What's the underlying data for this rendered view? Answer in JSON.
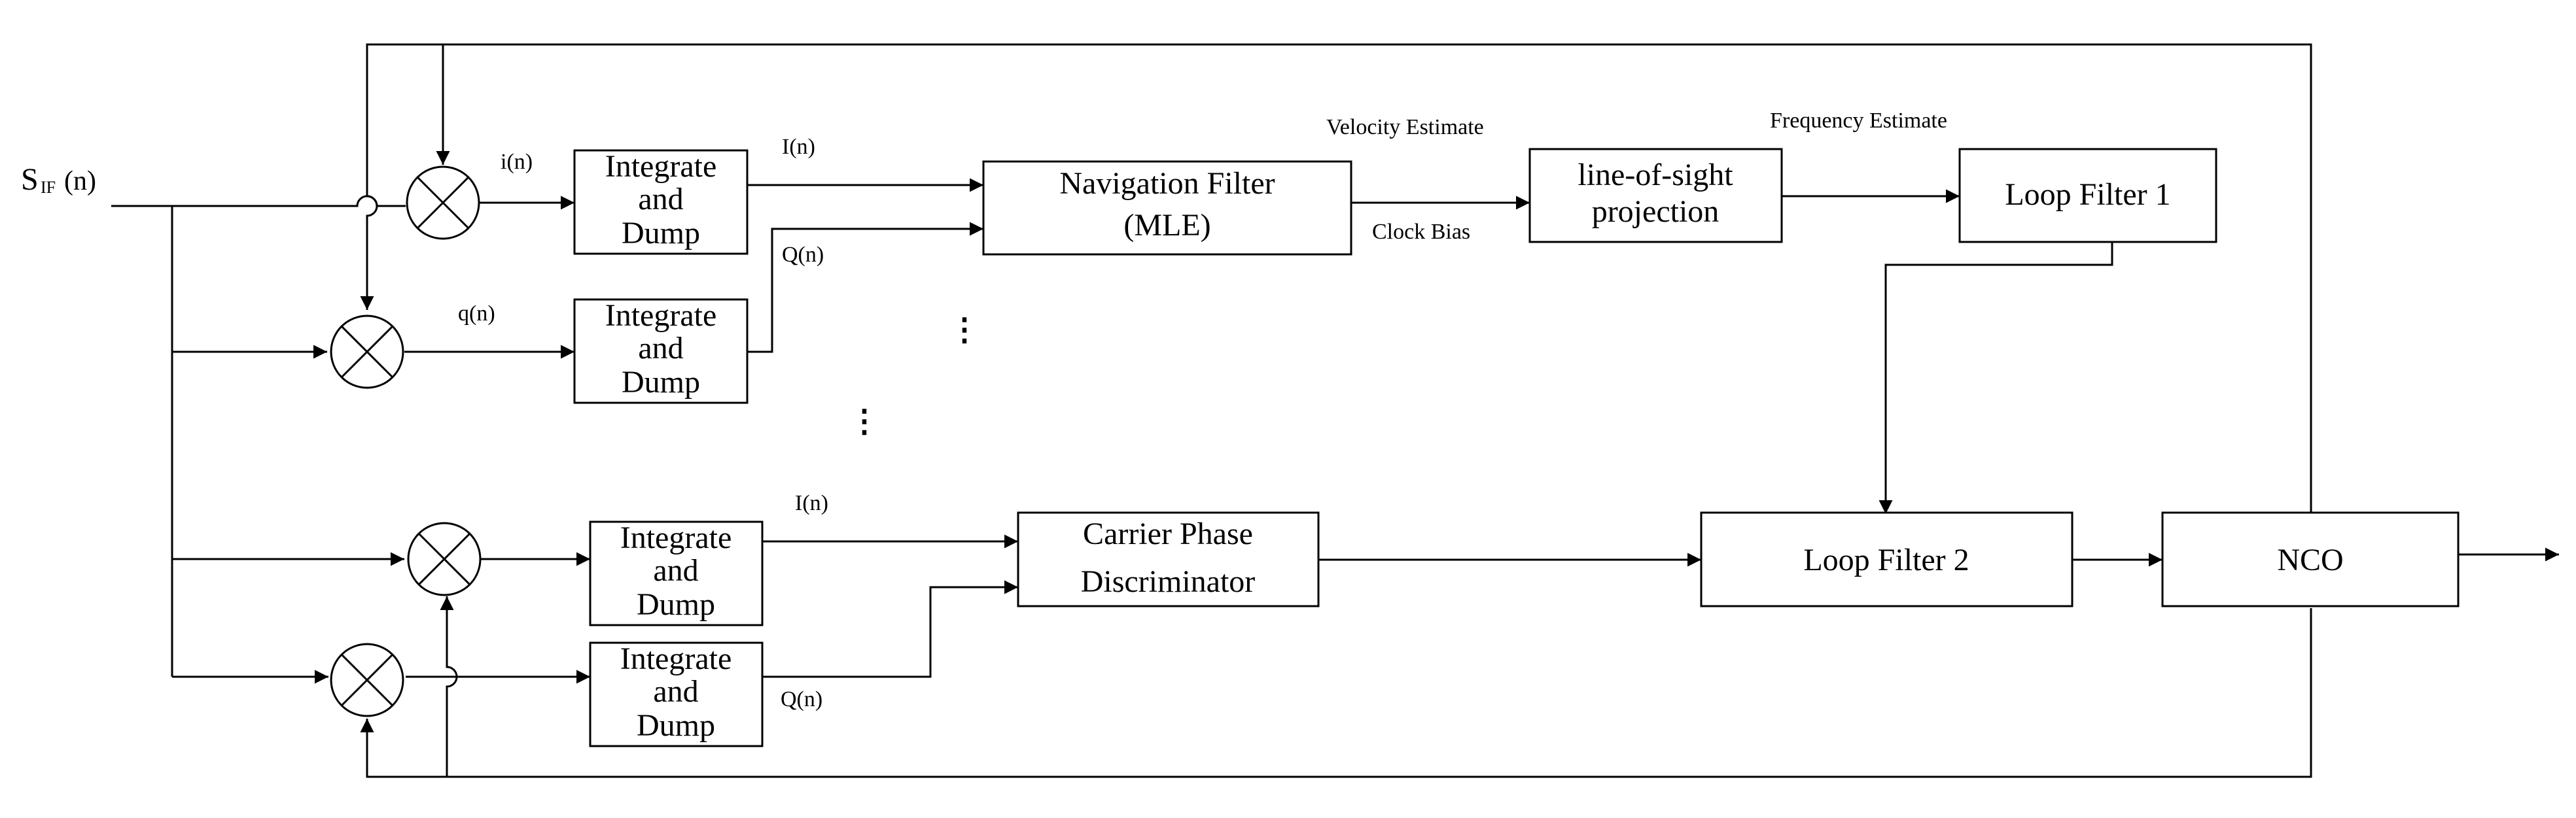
{
  "input": {
    "main": "S",
    "sub": "IF",
    "arg": "(n)"
  },
  "blocks": {
    "int_dump_lines": [
      "Integrate",
      "and",
      "Dump"
    ],
    "nav_filter": [
      "Navigation Filter",
      "(MLE)"
    ],
    "los": [
      "line-of-sight",
      "projection"
    ],
    "loop_filter_1": "Loop Filter 1",
    "carrier_disc": [
      "Carrier Phase",
      "Discriminator"
    ],
    "loop_filter_2": "Loop Filter 2",
    "nco": "NCO"
  },
  "signals": {
    "i_small": "i(n)",
    "q_small": "q(n)",
    "I_upper": "I(n)",
    "Q_upper": "Q(n)",
    "I_lower": "I(n)",
    "Q_lower": "Q(n)",
    "velocity": "Velocity Estimate",
    "clock_bias": "Clock Bias",
    "frequency": "Frequency Estimate"
  },
  "ellipsis": "⋮"
}
